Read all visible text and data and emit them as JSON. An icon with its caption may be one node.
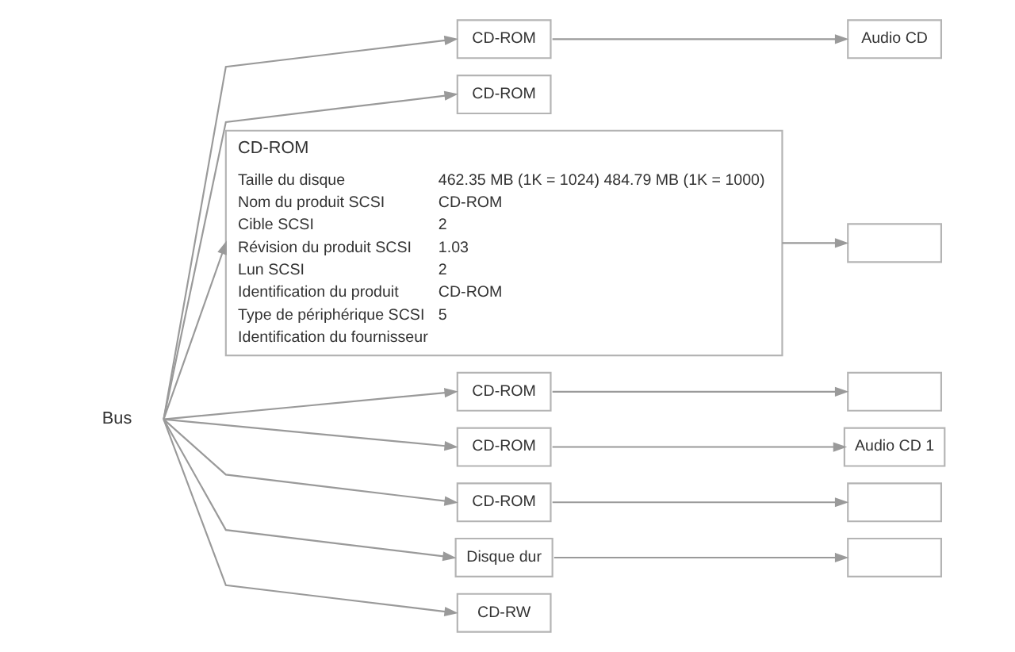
{
  "diagram": {
    "nodes": [
      {
        "text": [
          "Bus"
        ]
      },
      {
        "text": [
          "CD-ROM"
        ]
      },
      {
        "text": [
          "Audio CD"
        ]
      },
      {
        "text": [
          "CD-ROM"
        ]
      },
      {
        "text": [
          "CD-ROM",
          "Taille du disque",
          "462.35 MB (1K = 1024) 484.79 MB (1K = 1000)",
          "Nom du produit SCSI",
          "CD-ROM",
          "Cible SCSI",
          "2",
          "Révision du produit SCSI",
          "1.03",
          "Lun SCSI",
          "2",
          "Identification du produit",
          "CD-ROM",
          "Type de périphérique SCSI",
          "5",
          "Identification du fournisseur"
        ]
      },
      {
        "text": [],
        "shape": "box"
      },
      {
        "text": [
          "CD-ROM"
        ]
      },
      {
        "text": [],
        "shape": "box"
      },
      {
        "text": [
          "CD-ROM"
        ]
      },
      {
        "text": [
          "Audio CD 1"
        ]
      },
      {
        "text": [
          "CD-ROM"
        ]
      },
      {
        "text": [],
        "shape": "box"
      },
      {
        "text": [
          "Disque dur"
        ]
      },
      {
        "text": [],
        "shape": "box"
      },
      {
        "text": [
          "CD-RW"
        ]
      }
    ],
    "edges": [
      {
        "from": 0,
        "to": 1,
        "arrow": "to"
      },
      {
        "from": 1,
        "to": 2,
        "arrow": "to"
      },
      {
        "from": 0,
        "to": 3,
        "arrow": "to"
      },
      {
        "from": 0,
        "to": 4,
        "arrow": "to"
      },
      {
        "from": 4,
        "to": 5,
        "arrow": "to"
      },
      {
        "from": 0,
        "to": 6,
        "arrow": "to"
      },
      {
        "from": 6,
        "to": 7,
        "arrow": "to"
      },
      {
        "from": 0,
        "to": 8,
        "arrow": "to"
      },
      {
        "from": 8,
        "to": 9,
        "arrow": "to"
      },
      {
        "from": 0,
        "to": 10,
        "arrow": "to"
      },
      {
        "from": 10,
        "to": 11,
        "arrow": "to"
      },
      {
        "from": 0,
        "to": 12,
        "arrow": "to"
      },
      {
        "from": 12,
        "to": 13,
        "arrow": "to"
      },
      {
        "from": 0,
        "to": 14,
        "arrow": "to"
      }
    ]
  }
}
